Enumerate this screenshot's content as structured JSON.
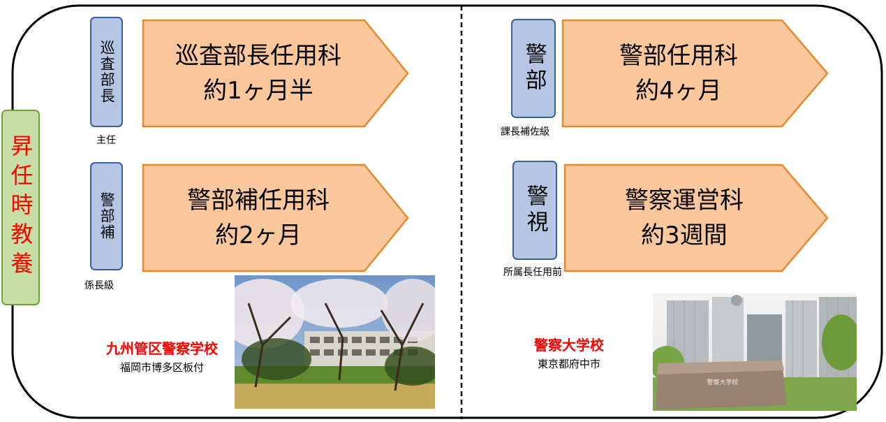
{
  "side_label": "昇任時教養",
  "left": {
    "courses": [
      {
        "rank": "巡査部長",
        "rank_caption": "主任",
        "course_name": "巡査部長任用科",
        "duration": "約1ヶ月半"
      },
      {
        "rank": "警部補",
        "rank_caption": "係長級",
        "course_name": "警部補任用科",
        "duration": "約2ヶ月"
      }
    ],
    "school": {
      "name": "九州管区警察学校",
      "location": "福岡市博多区板付"
    }
  },
  "right": {
    "courses": [
      {
        "rank": "警部",
        "rank_caption": "課長補佐級",
        "course_name": "警部任用科",
        "duration": "約4ヶ月"
      },
      {
        "rank": "警視",
        "rank_caption": "所属長任用前",
        "course_name": "警察運営科",
        "duration": "約3週間"
      }
    ],
    "school": {
      "name": "警察大学校",
      "location": "東京都府中市",
      "stone_inscription": "警察大学校"
    }
  },
  "colors": {
    "arrow_fill": "#fbc79c",
    "arrow_stroke": "#e6892c",
    "rank_fill": "#b4c6e4",
    "rank_stroke": "#3a5e95",
    "side_fill": "#c7dfa6",
    "side_stroke": "#71a03c",
    "accent_red": "#ff0000"
  }
}
